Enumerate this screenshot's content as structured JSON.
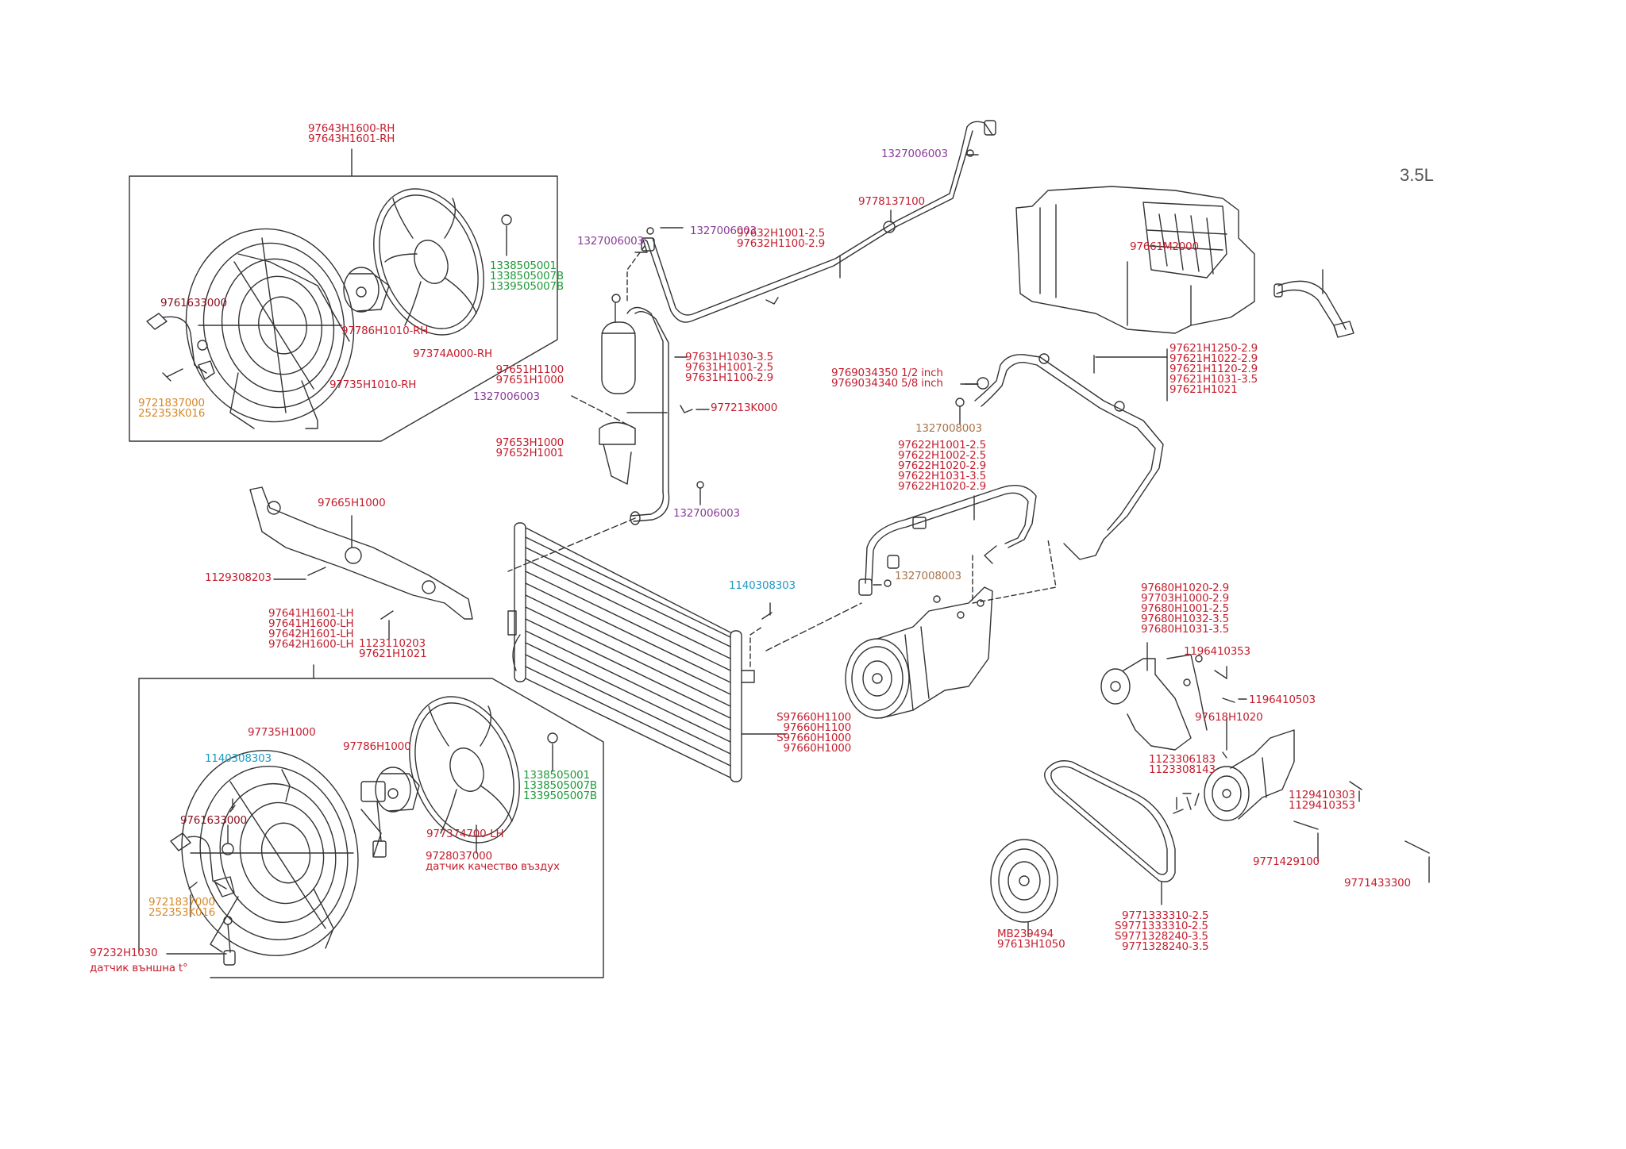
{
  "diagram": {
    "engine_label": "3.5L",
    "colors": {
      "part_number": "#c41e2e",
      "dark_part_number": "#8b1020",
      "nut_purple": "#8a3d9a",
      "nut_green": "#1f9a3a",
      "bolt_orange": "#d8892a",
      "bolt_cyan": "#1d9ac4",
      "nut_brown": "#a8734a",
      "line_art": "#333333"
    },
    "labels": {
      "fan_rh_assy": [
        "97643H1600-RH",
        "97643H1601-RH"
      ],
      "fan_rh_nut": [
        "1338505001",
        "1338505007B",
        "1339505007B"
      ],
      "fan_rh_connector_nut": "9761633000",
      "fan_rh_motor": "97786H1010-RH",
      "fan_rh_blade": "97374A000-RH",
      "fan_rh_shroud": "97735H1010-RH",
      "fan_rh_bolt": [
        "9721837000",
        "252353K016"
      ],
      "pipe_nut_top": "1327006003",
      "pipe_nut_2": "1327006003",
      "pipe_nut_3": "1327006003",
      "clip": "9778137100",
      "suction_pipe": [
        "97632H1001-2.5",
        "97632H1100-2.9"
      ],
      "liquid_pipe": [
        "97631H1030-3.5",
        "97631H1001-2.5",
        "97631H1100-2.9"
      ],
      "receiver_drier": [
        "97651H1100",
        "97651H1000"
      ],
      "drier_nut": "1327006003",
      "pressure_switch": "977213K000",
      "drier_bracket": [
        "97653H1000",
        "97652H1001"
      ],
      "condenser_nut": "1327006003",
      "heater_unit_hose": "97661M2000",
      "o_rings": [
        "9769034350 1/2 inch",
        "9769034340 5/8 inch"
      ],
      "suction_hose_nut": "1327008003",
      "suction_hose": [
        "97621H1250-2.9",
        "97621H1022-2.9",
        "97621H1120-2.9",
        "97621H1031-3.5",
        "97621H1021"
      ],
      "discharge_hose": [
        "97622H1001-2.5",
        "97622H1002-2.5",
        "97622H1020-2.9",
        "97622H1031-3.5",
        "97622H1020-2.9"
      ],
      "compressor_nut": "1327008003",
      "condenser_bolt": "1140308303",
      "air_guard": "97665H1000",
      "air_guard_bolt": "1129308203",
      "fan_lh_assy": [
        "97641H1601-LH",
        "97641H1600-LH",
        "97642H1601-LH",
        "97642H1600-LH"
      ],
      "air_guard_bolt_2": [
        "1123110203",
        "97621H1021"
      ],
      "condenser": [
        "S97660H1100",
        "97660H1100",
        "S97660H1000",
        "97660H1000"
      ],
      "fan_lh_shroud": "97735H1000",
      "fan_lh_bolt_cyan": "1140308303",
      "fan_lh_motor": "97786H1000",
      "fan_lh_nut": [
        "1338505001",
        "1338505007B",
        "1339505007B"
      ],
      "fan_lh_connector_nut": "9761633000",
      "fan_lh_blade": "977374700-LH",
      "air_quality_sensor": [
        "9728037000",
        "датчик качество въздух"
      ],
      "fan_lh_bolt": [
        "9721837000",
        "252353K016"
      ],
      "ambient_sensor": [
        "97232H1030",
        "датчик външна t°"
      ],
      "compressor_bracket": [
        "97680H1020-2.9",
        "97703H1000-2.9",
        "97680H1001-2.5",
        "97680H1032-3.5",
        "97680H1031-3.5"
      ],
      "bracket_bolt_1": "1196410353",
      "bracket_bolt_2": "1196410503",
      "compressor_stud": "97618H1020",
      "compressor_bolt_a": [
        "1123306183",
        "1123308143"
      ],
      "compressor_bolt_b": [
        "1129410303",
        "1129410353"
      ],
      "compressor_bolt_c": "9771429100",
      "compressor_bolt_d": "9771433300",
      "pulley": [
        "MB239494",
        "97613H1050"
      ],
      "drive_belt": [
        "9771333310-2.5",
        "S9771333310-2.5",
        "S9771328240-3.5",
        "9771328240-3.5"
      ]
    }
  }
}
